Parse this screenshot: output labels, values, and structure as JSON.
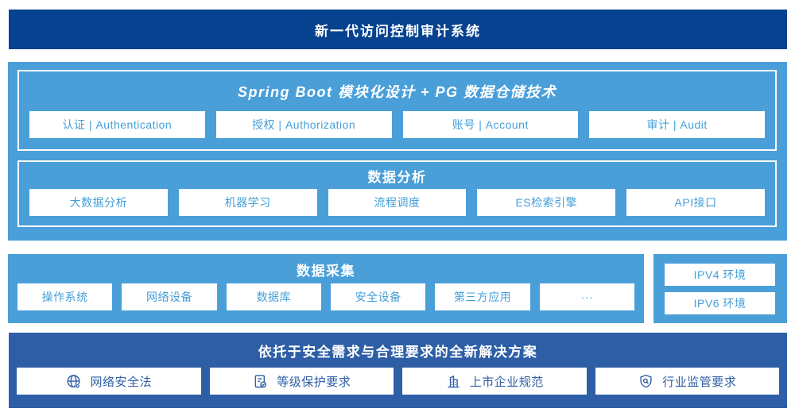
{
  "header": {
    "title": "新一代访问控制审计系统"
  },
  "platform": {
    "modules": {
      "title": "Spring Boot 模块化设计 + PG 数据仓储技术",
      "items": [
        "认证 | Authentication",
        "授权 | Authorization",
        "账号 | Account",
        "审计 | Audit"
      ]
    },
    "analysis": {
      "title": "数据分析",
      "items": [
        "大数据分析",
        "机器学习",
        "流程调度",
        "ES检索引擎",
        "API接口"
      ]
    }
  },
  "collection": {
    "title": "数据采集",
    "items": [
      "操作系统",
      "网络设备",
      "数据库",
      "安全设备",
      "第三方应用",
      "···"
    ]
  },
  "network_env": {
    "items": [
      "IPV4 环境",
      "IPV6 环境"
    ]
  },
  "solution": {
    "title": "依托于安全需求与合理要求的全新解决方案",
    "items": [
      {
        "icon": "globe-icon",
        "label": "网络安全法"
      },
      {
        "icon": "checklist-check-icon",
        "label": "等级保护要求"
      },
      {
        "icon": "building-icon",
        "label": "上市企业规范"
      },
      {
        "icon": "shield-search-icon",
        "label": "行业监管要求"
      }
    ]
  },
  "colors": {
    "banner_blue": "#06428f",
    "panel_blue": "#4a9fd9",
    "solution_blue": "#2e5fa6",
    "box_text_blue": "#459fd8"
  }
}
